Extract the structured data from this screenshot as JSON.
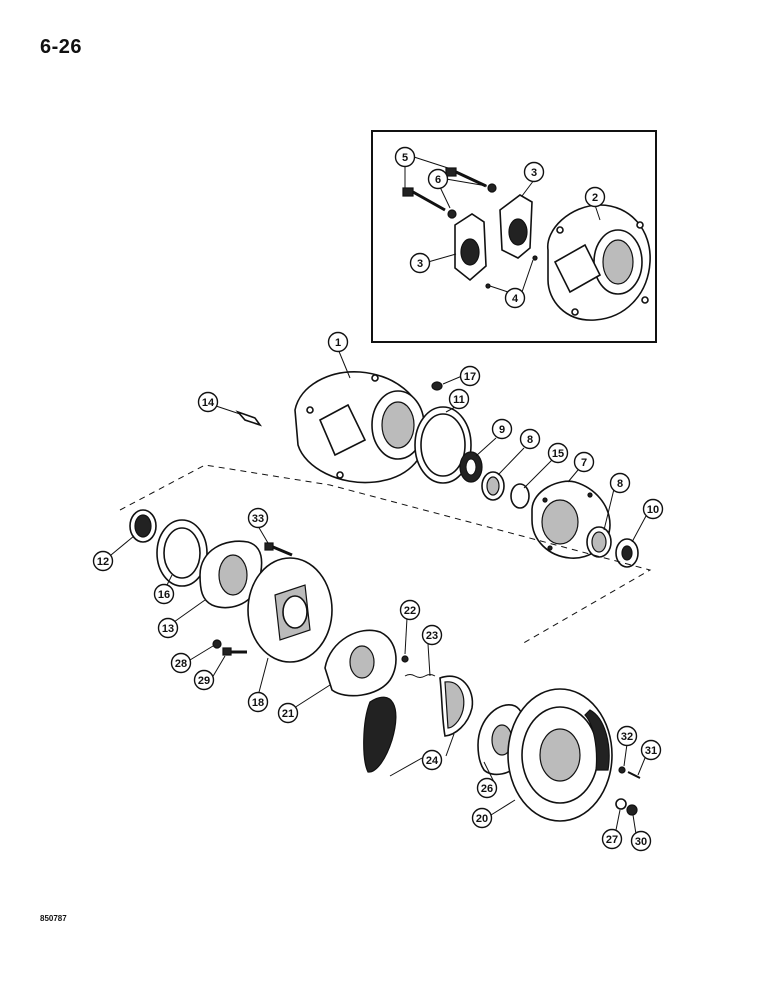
{
  "page": {
    "number": "6-26",
    "figure_code": "850787"
  },
  "callouts": [
    {
      "label": "1"
    },
    {
      "label": "2"
    },
    {
      "label": "3"
    },
    {
      "label": "3"
    },
    {
      "label": "4"
    },
    {
      "label": "5"
    },
    {
      "label": "6"
    },
    {
      "label": "7"
    },
    {
      "label": "8"
    },
    {
      "label": "8"
    },
    {
      "label": "9"
    },
    {
      "label": "10"
    },
    {
      "label": "11"
    },
    {
      "label": "12"
    },
    {
      "label": "13"
    },
    {
      "label": "14"
    },
    {
      "label": "15"
    },
    {
      "label": "16"
    },
    {
      "label": "17"
    },
    {
      "label": "18"
    },
    {
      "label": "20"
    },
    {
      "label": "21"
    },
    {
      "label": "22"
    },
    {
      "label": "23"
    },
    {
      "label": "24"
    },
    {
      "label": "26"
    },
    {
      "label": "27"
    },
    {
      "label": "28"
    },
    {
      "label": "29"
    },
    {
      "label": "30"
    },
    {
      "label": "31"
    },
    {
      "label": "32"
    },
    {
      "label": "33"
    }
  ]
}
